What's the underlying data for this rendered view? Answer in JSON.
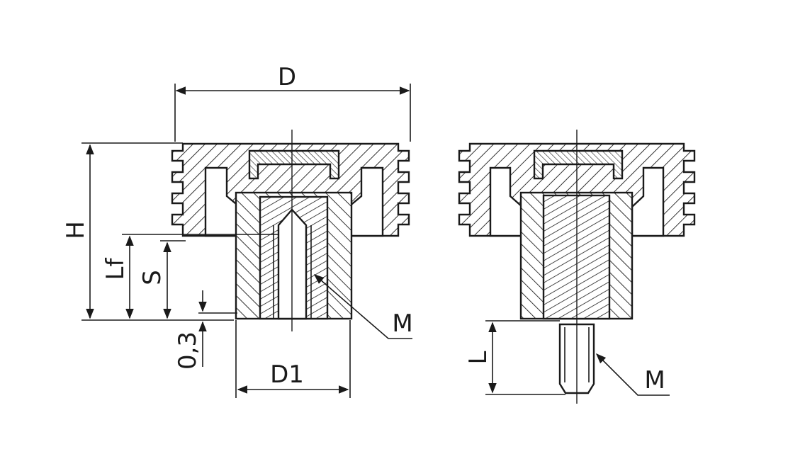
{
  "labels": {
    "D": "D",
    "D1": "D1",
    "H": "H",
    "Lf": "Lf",
    "S": "S",
    "gap": "0,3",
    "M_left": "M",
    "L": "L",
    "M_right": "M"
  },
  "colors": {
    "line": "#1a1a1a",
    "background": "#ffffff"
  }
}
